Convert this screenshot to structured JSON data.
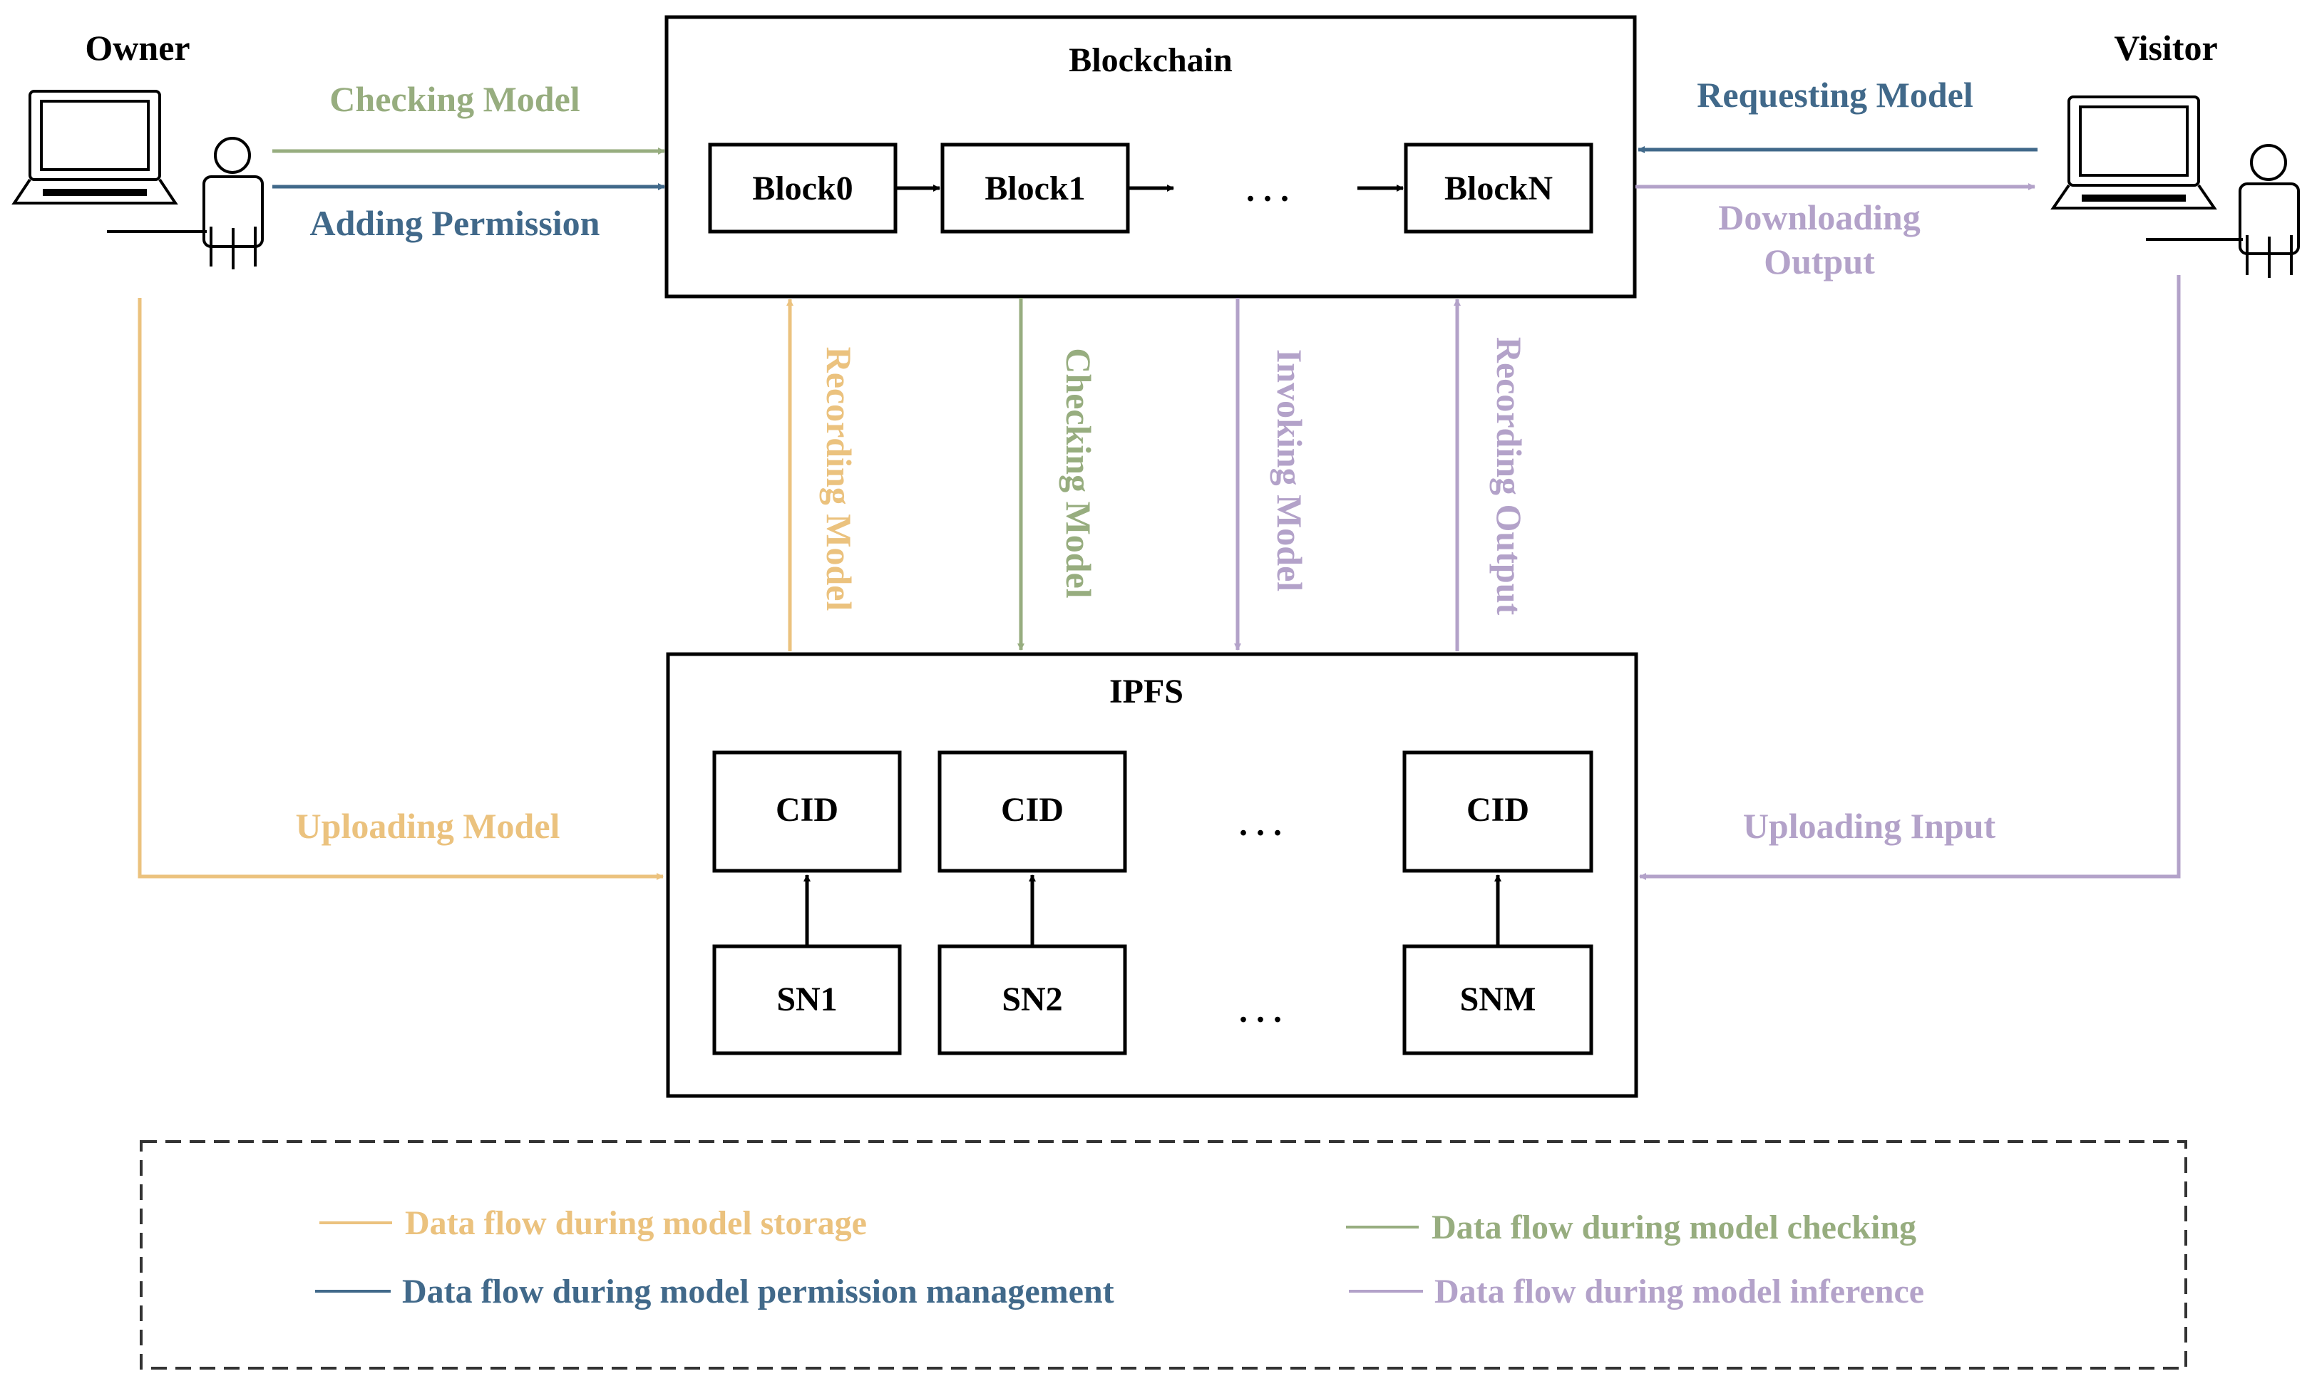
{
  "colors": {
    "storage": "#EBC27E",
    "permission": "#41698A",
    "checking": "#97AD7F",
    "inference": "#B3A2C9",
    "black": "#000000"
  },
  "actors": {
    "owner": {
      "label": "Owner",
      "icon": "person-with-computer-icon"
    },
    "visitor": {
      "label": "Visitor",
      "icon": "person-with-computer-icon"
    }
  },
  "blockchain": {
    "title": "Blockchain",
    "blocks": [
      "Block0",
      "Block1",
      "BlockN"
    ],
    "ellipsis": ". . ."
  },
  "ipfs": {
    "title": "IPFS",
    "cids": [
      "CID",
      "CID",
      "CID"
    ],
    "nodes": [
      "SN1",
      "SN2",
      "SNM"
    ],
    "ellipsis": ". . ."
  },
  "flows": {
    "checking_model_top": "Checking Model",
    "adding_permission": "Adding Permission",
    "requesting_model": "Requesting Model",
    "downloading_output_1": "Downloading",
    "downloading_output_2": "Output",
    "recording_model": "Recording Model",
    "checking_model_vertical": "Checking Model",
    "invoking_model": "Invoking Model",
    "recording_output": "Recording Output",
    "uploading_model": "Uploading Model",
    "uploading_input": "Uploading Input"
  },
  "legend": {
    "storage": "Data flow during model storage",
    "permission": "Data flow during model permission management",
    "checking": "Data flow during model checking",
    "inference": "Data flow during model inference"
  }
}
